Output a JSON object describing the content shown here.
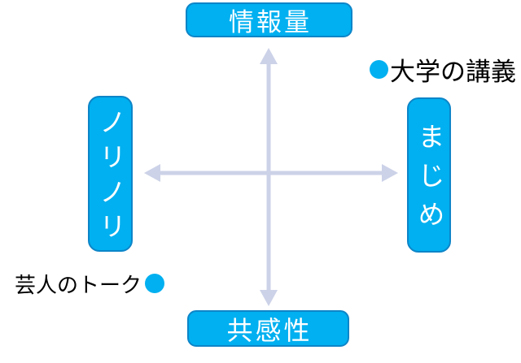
{
  "colors": {
    "accent": "#00b0f0",
    "accent-border": "#0d85c8",
    "axis": "#ccd2e8",
    "box-text": "#ffffff",
    "annotation-text": "#000000",
    "bg": "#ffffff"
  },
  "diagram": {
    "type": "quadrant-map",
    "axis_labels": {
      "top": "情報量",
      "bottom": "共感性",
      "left": "ノリノリ",
      "right": "まじめ"
    },
    "points": [
      {
        "label": "大学の講義",
        "quadrant": "top-right",
        "dot_side": "left"
      },
      {
        "label": "芸人のトーク",
        "quadrant": "bottom-left",
        "dot_side": "right"
      }
    ]
  }
}
